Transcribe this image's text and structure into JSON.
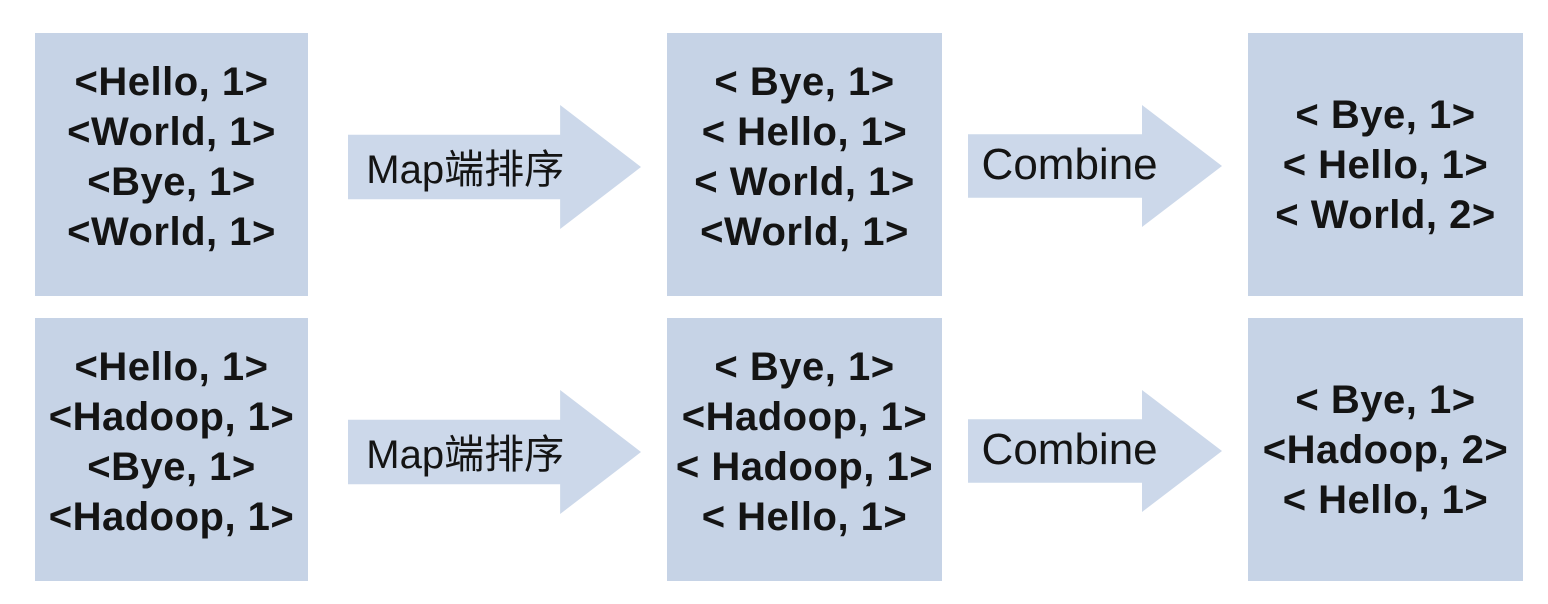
{
  "colors": {
    "box_fill": "#c6d3e6",
    "arrow_fill": "#ccd8ea",
    "text": "#141414",
    "background": "#ffffff"
  },
  "rows": [
    {
      "map_output": [
        "<Hello, 1>",
        "<World, 1>",
        "<Bye, 1>",
        "<World, 1>"
      ],
      "map_sort_arrow_label": "Map端排序",
      "sorted_output": [
        "< Bye, 1>",
        "< Hello, 1>",
        "< World, 1>",
        "<World, 1>"
      ],
      "combine_arrow_label": "Combine",
      "combined_output": [
        "< Bye, 1>",
        "< Hello, 1>",
        "< World, 2>"
      ]
    },
    {
      "map_output": [
        "<Hello, 1>",
        "<Hadoop, 1>",
        "<Bye, 1>",
        "<Hadoop, 1>"
      ],
      "map_sort_arrow_label": "Map端排序",
      "sorted_output": [
        "< Bye, 1>",
        "<Hadoop, 1>",
        "< Hadoop, 1>",
        "< Hello, 1>"
      ],
      "combine_arrow_label": "Combine",
      "combined_output": [
        "< Bye, 1>",
        "<Hadoop, 2>",
        "< Hello, 1>"
      ]
    }
  ]
}
